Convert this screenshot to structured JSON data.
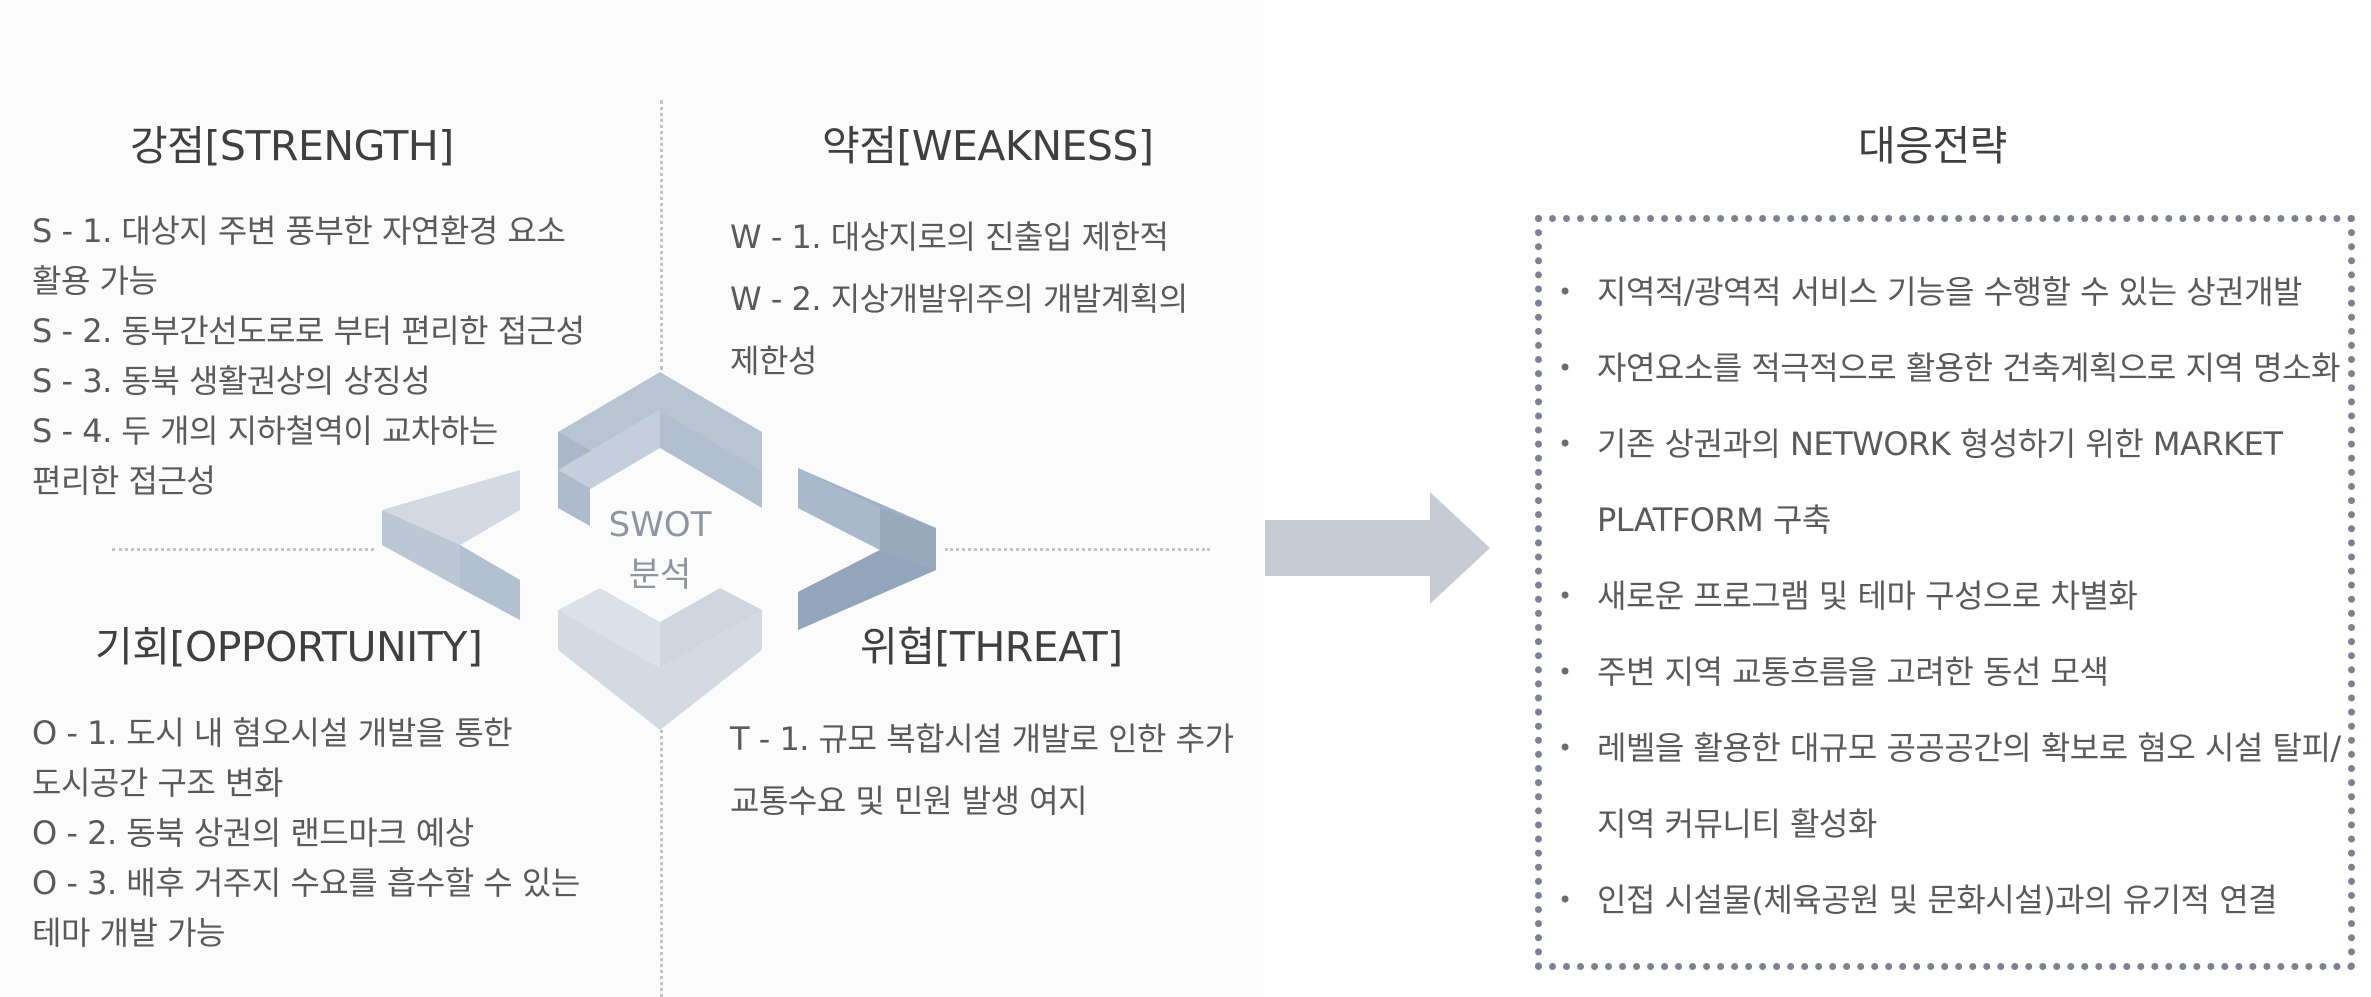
{
  "swot": {
    "strength": {
      "title": "강점[STRENGTH]",
      "lines": [
        "S - 1. 대상지 주변 풍부한 자연환경  요소",
        "활용 가능",
        "S - 2. 동부간선도로로 부터 편리한 접근성",
        "S - 3. 동북 생활권상의 상징성",
        "S - 4. 두 개의 지하철역이 교차하는",
        "편리한 접근성"
      ]
    },
    "weakness": {
      "title": "약점[WEAKNESS]",
      "lines": [
        "W - 1. 대상지로의 진출입 제한적",
        "W - 2. 지상개발위주의 개발계획의",
        "제한성"
      ]
    },
    "opportunity": {
      "title": "기회[OPPORTUNITY]",
      "lines": [
        "O - 1. 도시 내 혐오시설 개발을 통한",
        "도시공간 구조 변화",
        "O - 2. 동북 상권의 랜드마크 예상",
        "O - 3. 배후 거주지 수요를 흡수할 수 있는",
        "테마 개발 가능"
      ]
    },
    "threat": {
      "title": "위협[THREAT]",
      "lines": [
        "T - 1. 규모 복합시설 개발로 인한 추가",
        "교통수요 및 민원 발생 여지"
      ]
    },
    "center_label_line1": "SWOT",
    "center_label_line2": "분석"
  },
  "strategy": {
    "title": "대응전략",
    "items": [
      {
        "text": "지역적/광역적 서비스 기능을 수행할 수 있는 상권개발",
        "cont": ""
      },
      {
        "text": "자연요소를 적극적으로 활용한 건축계획으로 지역 명소화",
        "cont": ""
      },
      {
        "text": "기존 상권과의 NETWORK 형성하기 위한 MARKET",
        "cont": "PLATFORM 구축"
      },
      {
        "text": "새로운 프로그램 및 테마 구성으로 차별화",
        "cont": ""
      },
      {
        "text": "주변 지역 교통흐름을 고려한 동선 모색",
        "cont": ""
      },
      {
        "text": "레벨을 활용한 대규모 공공공간의 확보로 혐오 시설 탈피/",
        "cont": "지역 커뮤니티 활성화"
      },
      {
        "text": "인접 시설물(체육공원 및 문화시설)과의 유기적 연결",
        "cont": ""
      }
    ],
    "bullet_icon": "bullet-dot-icon"
  },
  "colors": {
    "accent_blue": "#a4b2c4",
    "light_grey_blue": "#ccd3dc",
    "arrow": "#c6ccd6",
    "box_border": "#7b8392"
  }
}
